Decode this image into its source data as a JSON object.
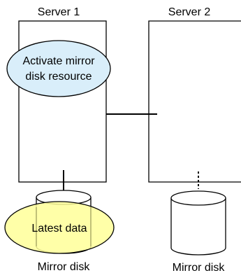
{
  "servers": [
    {
      "label": "Server 1"
    },
    {
      "label": "Server 2"
    }
  ],
  "callout": {
    "line1": "Activate mirror",
    "line2": "disk resource",
    "color": "#d9eefa"
  },
  "disk_label": "Latest data",
  "highlight_color": "#ffff99",
  "disks": [
    {
      "label": "Mirror disk"
    },
    {
      "label": "Mirror disk"
    }
  ]
}
